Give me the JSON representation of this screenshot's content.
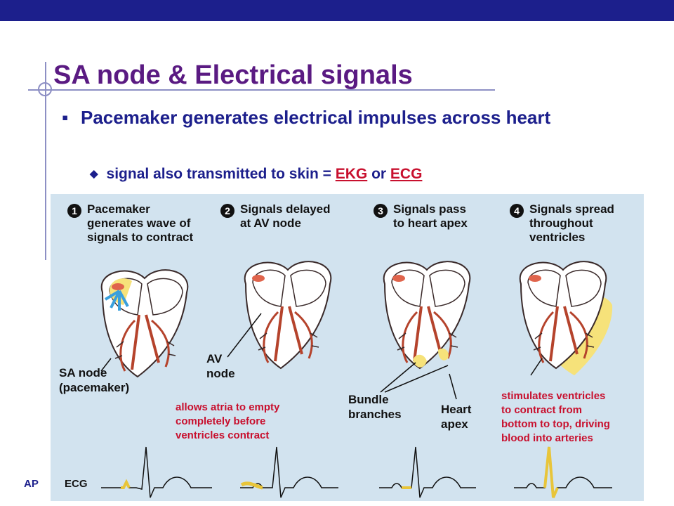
{
  "slide": {
    "title": "SA node & Electrical signals",
    "bullet1": "Pacemaker generates electrical impulses across heart",
    "bullet2_prefix": "signal also transmitted to skin = ",
    "bullet2_ekg": "EKG",
    "bullet2_mid": " or ",
    "bullet2_ecg": "ECG",
    "footer": "AP"
  },
  "figure": {
    "steps": [
      {
        "num": "1",
        "lines": [
          "Pacemaker",
          "generates wave of",
          "signals to contract"
        ]
      },
      {
        "num": "2",
        "lines": [
          "Signals delayed",
          "at AV node"
        ]
      },
      {
        "num": "3",
        "lines": [
          "Signals pass",
          "to heart apex"
        ]
      },
      {
        "num": "4",
        "lines": [
          "Signals spread",
          "throughout",
          "ventricles"
        ]
      }
    ],
    "labels": {
      "sa_node": [
        "SA node",
        "(pacemaker)"
      ],
      "av_node": [
        "AV",
        "node"
      ],
      "bundle": [
        "Bundle",
        "branches"
      ],
      "apex": [
        "Heart",
        "apex"
      ],
      "ecg": "ECG"
    },
    "notes": {
      "av_delay": [
        "allows atria to empty",
        "completely before",
        "ventricles contract"
      ],
      "ventricles": [
        "stimulates ventricles",
        "to contract from",
        "bottom to top, driving",
        "blood into arteries"
      ]
    },
    "colors": {
      "signal": "#f6e27a",
      "heart_outline": "#3a2a2a",
      "vessel": "#b5432c",
      "arrow": "#3aa0dc",
      "node": "#e0644c",
      "annotation": "#c8102e"
    }
  }
}
